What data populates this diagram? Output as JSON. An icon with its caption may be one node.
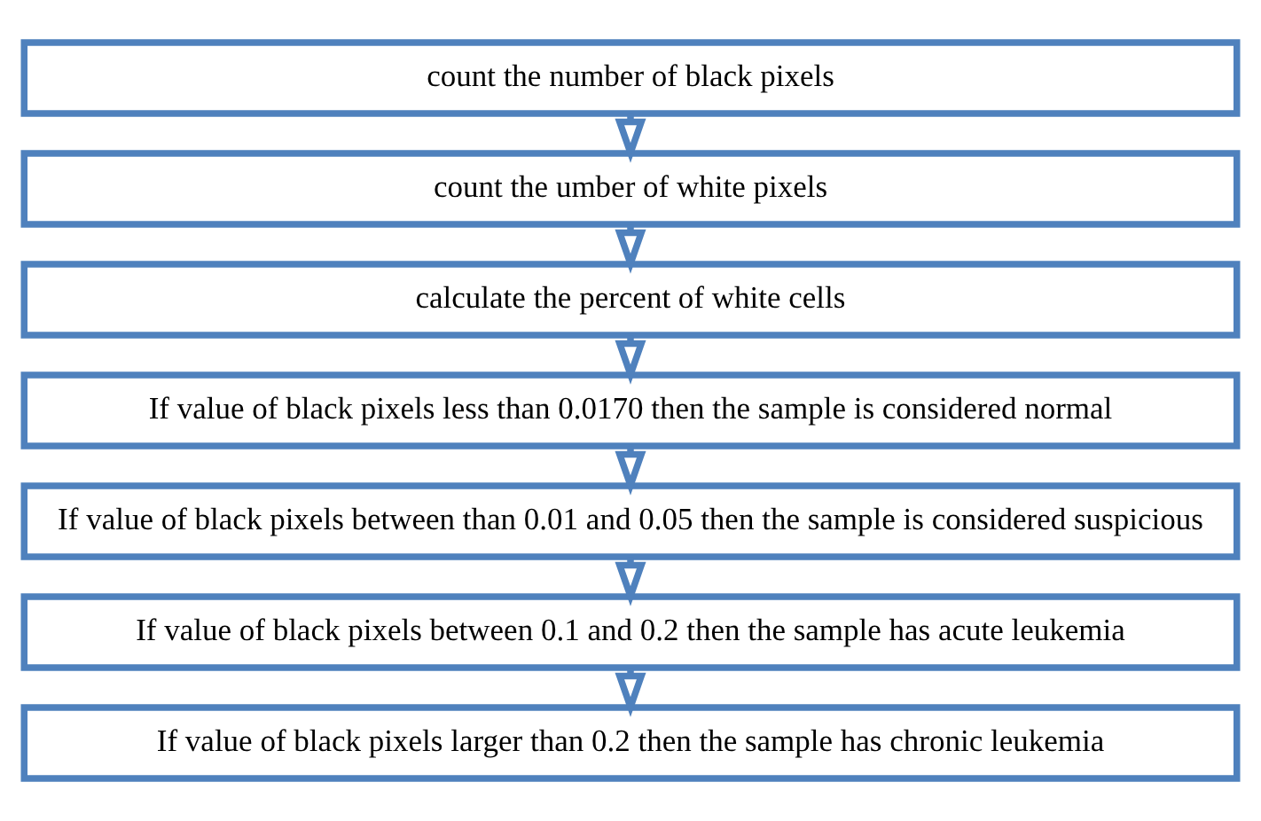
{
  "diagram": {
    "nodes": [
      {
        "text": [
          "count the number of black pixels"
        ]
      },
      {
        "text": [
          "count the umber of white pixels"
        ]
      },
      {
        "text": [
          "calculate the percent of white cells"
        ]
      },
      {
        "text": [
          "If value of black pixels less than 0.0170 then the sample is considered normal"
        ]
      },
      {
        "text": [
          "If value of black pixels between than 0.01 and 0.05 then the sample is considered suspicious"
        ]
      },
      {
        "text": [
          "If value of black pixels between 0.1 and 0.2 then the sample has acute leukemia"
        ]
      },
      {
        "text": [
          "If value of black pixels larger than 0.2 then the sample has chronic leukemia"
        ]
      }
    ],
    "edges": [
      {
        "from": 0,
        "to": 1,
        "arrow": "to"
      },
      {
        "from": 1,
        "to": 2,
        "arrow": "to"
      },
      {
        "from": 2,
        "to": 3,
        "arrow": "to"
      },
      {
        "from": 3,
        "to": 4,
        "arrow": "to"
      },
      {
        "from": 4,
        "to": 5,
        "arrow": "to"
      },
      {
        "from": 5,
        "to": 6,
        "arrow": "to"
      }
    ]
  }
}
